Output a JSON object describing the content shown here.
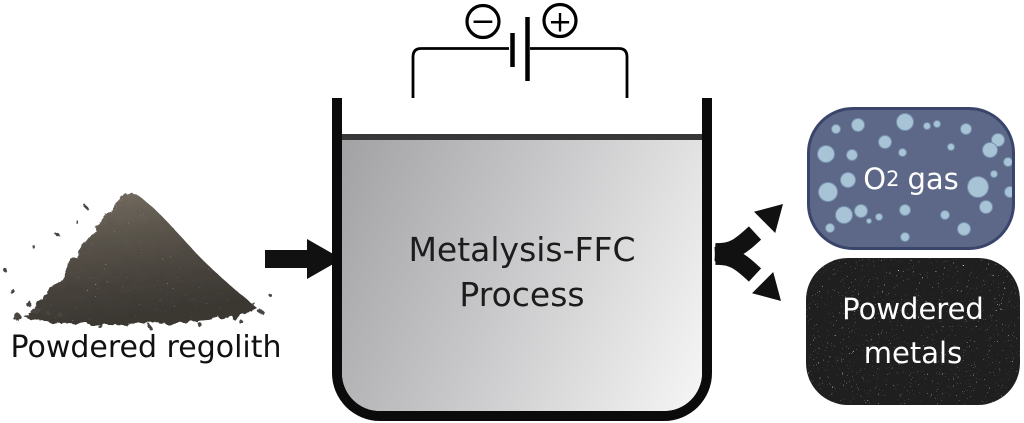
{
  "figure": {
    "background": "#ffffff",
    "regolith": {
      "label": "Powdered regolith"
    },
    "input_arrow": {
      "color": "#111111"
    },
    "power": {
      "negative_symbol": "−",
      "positive_symbol": "+"
    },
    "vessel": {
      "title_line1": "Metalysis-FFC",
      "title_line2": "Process",
      "wall_color": "#0b0b0b",
      "surface_color": "#383838"
    },
    "split_arrow": {
      "color": "#111111"
    },
    "gas_box": {
      "formula_element": "O",
      "formula_subscript": "2",
      "suffix": "gas",
      "fill": "#5d6787",
      "border_color": "#39456b",
      "bubble_color": "#a8c3d6",
      "text_color": "#ffffff"
    },
    "metals_box": {
      "label_line1": "Powdered",
      "label_line2": "metals",
      "fill": "#1f1f1f",
      "text_color": "#ffffff"
    }
  }
}
